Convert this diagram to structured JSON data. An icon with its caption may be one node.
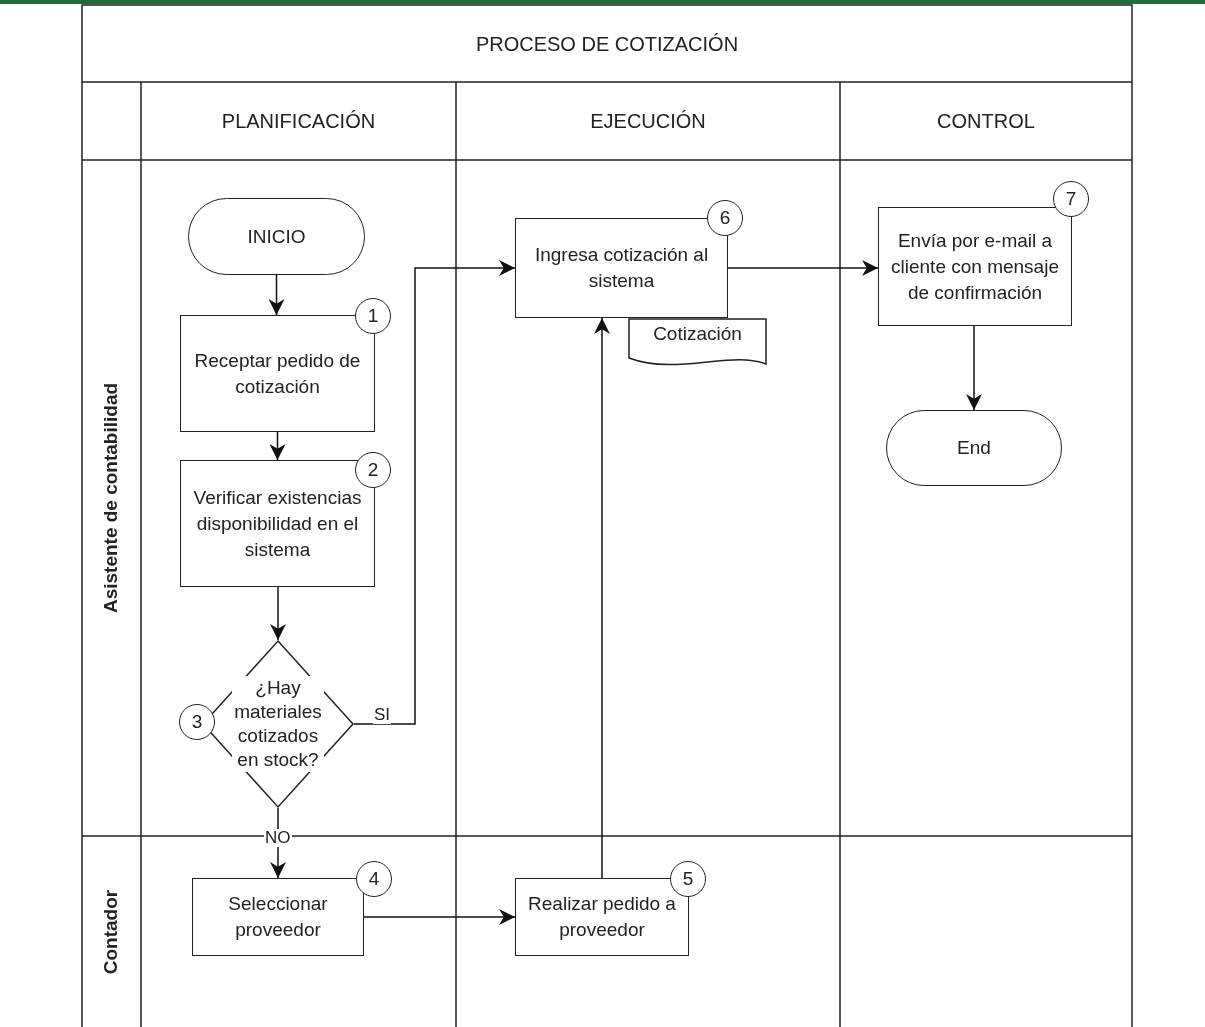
{
  "diagram": {
    "title": "PROCESO DE COTIZACIÓN",
    "nodes": [
      {
        "text": [
          "PLANIFICACIÓN"
        ]
      },
      {
        "text": [
          "EJECUCIÓN"
        ]
      },
      {
        "text": [
          "CONTROL"
        ]
      },
      {
        "text": [
          "Asistente de contabilidad"
        ]
      },
      {
        "text": [
          "Contador"
        ]
      },
      {
        "text": [
          "INICIO"
        ],
        "in": 3
      },
      {
        "text": [
          "Receptar pedido de cotización"
        ],
        "in": 3
      },
      {
        "text": [
          "1"
        ],
        "in": 3
      },
      {
        "text": [
          "Verificar existencias disponibilidad en el sistema"
        ],
        "in": 3
      },
      {
        "text": [
          "2"
        ],
        "in": 3
      },
      {
        "text": [
          "¿Hay materiales cotizados en stock?"
        ],
        "in": 3
      },
      {
        "text": [
          "3"
        ],
        "in": 3
      },
      {
        "text": [
          "Seleccionar proveedor"
        ],
        "in": 4
      },
      {
        "text": [
          "4"
        ],
        "in": 4
      },
      {
        "text": [
          "Realizar pedido a proveedor"
        ],
        "in": 4
      },
      {
        "text": [
          "5"
        ],
        "in": 4
      },
      {
        "text": [
          "Ingresa cotización al sistema"
        ],
        "in": 3
      },
      {
        "text": [
          "6"
        ],
        "in": 3
      },
      {
        "text": [
          "Cotización"
        ],
        "in": 3
      },
      {
        "text": [
          "Envía por e-mail a cliente con mensaje de confirmación"
        ],
        "in": 3
      },
      {
        "text": [
          "7"
        ],
        "in": 3
      },
      {
        "text": [
          "End"
        ],
        "in": 3
      }
    ],
    "edges": [
      {
        "from": 5,
        "to": 6,
        "arrow": "to"
      },
      {
        "from": 6,
        "to": 8,
        "arrow": "to"
      },
      {
        "from": 8,
        "to": 10,
        "arrow": "to"
      },
      {
        "from": 10,
        "to": 16,
        "arrow": "to",
        "label": "SI"
      },
      {
        "from": 10,
        "to": 12,
        "arrow": "to",
        "label": "NO"
      },
      {
        "from": 12,
        "to": 14,
        "arrow": "to"
      },
      {
        "from": 14,
        "to": 16,
        "arrow": "to"
      },
      {
        "from": 16,
        "to": 19,
        "arrow": "to"
      },
      {
        "from": 19,
        "to": 21,
        "arrow": "to"
      }
    ]
  }
}
